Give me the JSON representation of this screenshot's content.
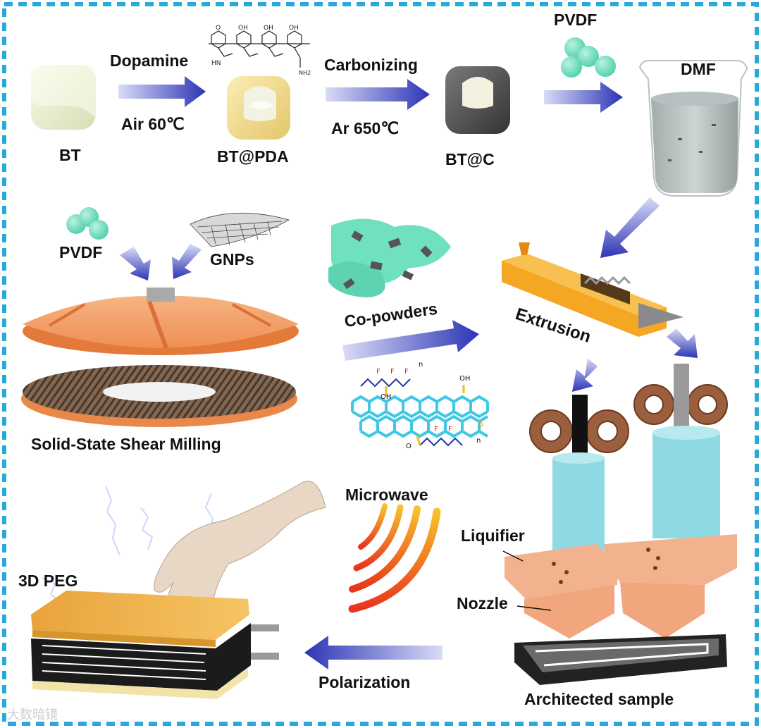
{
  "colors": {
    "frame": "#2aa7df",
    "arrow_dark": "#2c34b5",
    "arrow_light": "#c9cdf3",
    "pvdf": "#6fdcc0",
    "bt": "#eef3d8",
    "bt_pda": "#f4e4a0",
    "bt_c": "#555555",
    "disc": "#f0a060",
    "liquifier": "#f3b28e",
    "cylinder": "#8fd9e2",
    "gear": "#9b5f3e",
    "graphene": "#3fc8e6",
    "electrode": "#f0b040"
  },
  "labels": {
    "dopamine": "Dopamine",
    "air_temp": "Air 60℃",
    "carbonizing": "Carbonizing",
    "ar_temp": "Ar 650℃",
    "pvdf_top": "PVDF",
    "dmf": "DMF",
    "bt": "BT",
    "bt_pda": "BT@PDA",
    "bt_c": "BT@C",
    "pvdf_left": "PVDF",
    "gnps": "GNPs",
    "co_powders": "Co-powders",
    "extrusion": "Extrusion",
    "milling": "Solid-State Shear Milling",
    "microwave": "Microwave",
    "liquifier": "Liquifier",
    "peg": "3D PEG",
    "nozzle": "Nozzle",
    "polarization": "Polarization",
    "architected": "Architected sample",
    "watermark": "大数暗镜"
  },
  "chem": {
    "oh": "OH",
    "o": "O",
    "f": "F",
    "n_sub": "n",
    "nh2": "NH2",
    "nh": "HN"
  },
  "icons": [
    "cube-icon",
    "particle-cluster-icon",
    "beaker-icon",
    "gear-icon",
    "hand-icon",
    "microwave-waves-icon",
    "graphene-lattice-icon"
  ]
}
